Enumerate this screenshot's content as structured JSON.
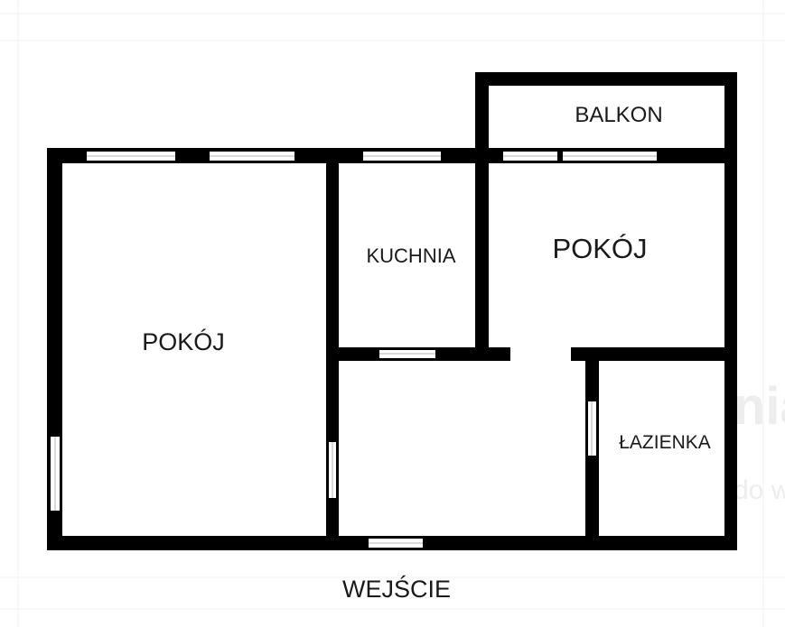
{
  "floor_plan": {
    "rooms": {
      "living_room_left": "POKÓJ",
      "kitchen": "KUCHNIA",
      "room_right": "POKÓJ",
      "balcony": "BALKON",
      "bathroom": "ŁAZIENKA"
    },
    "entrance": "WEJŚCIE",
    "watermark": {
      "line1": "nia",
      "line2": "do w"
    }
  },
  "colors": {
    "wall": "#000000",
    "background": "#ffffff",
    "label": "#1a1a1a",
    "watermark": "#ededed"
  }
}
